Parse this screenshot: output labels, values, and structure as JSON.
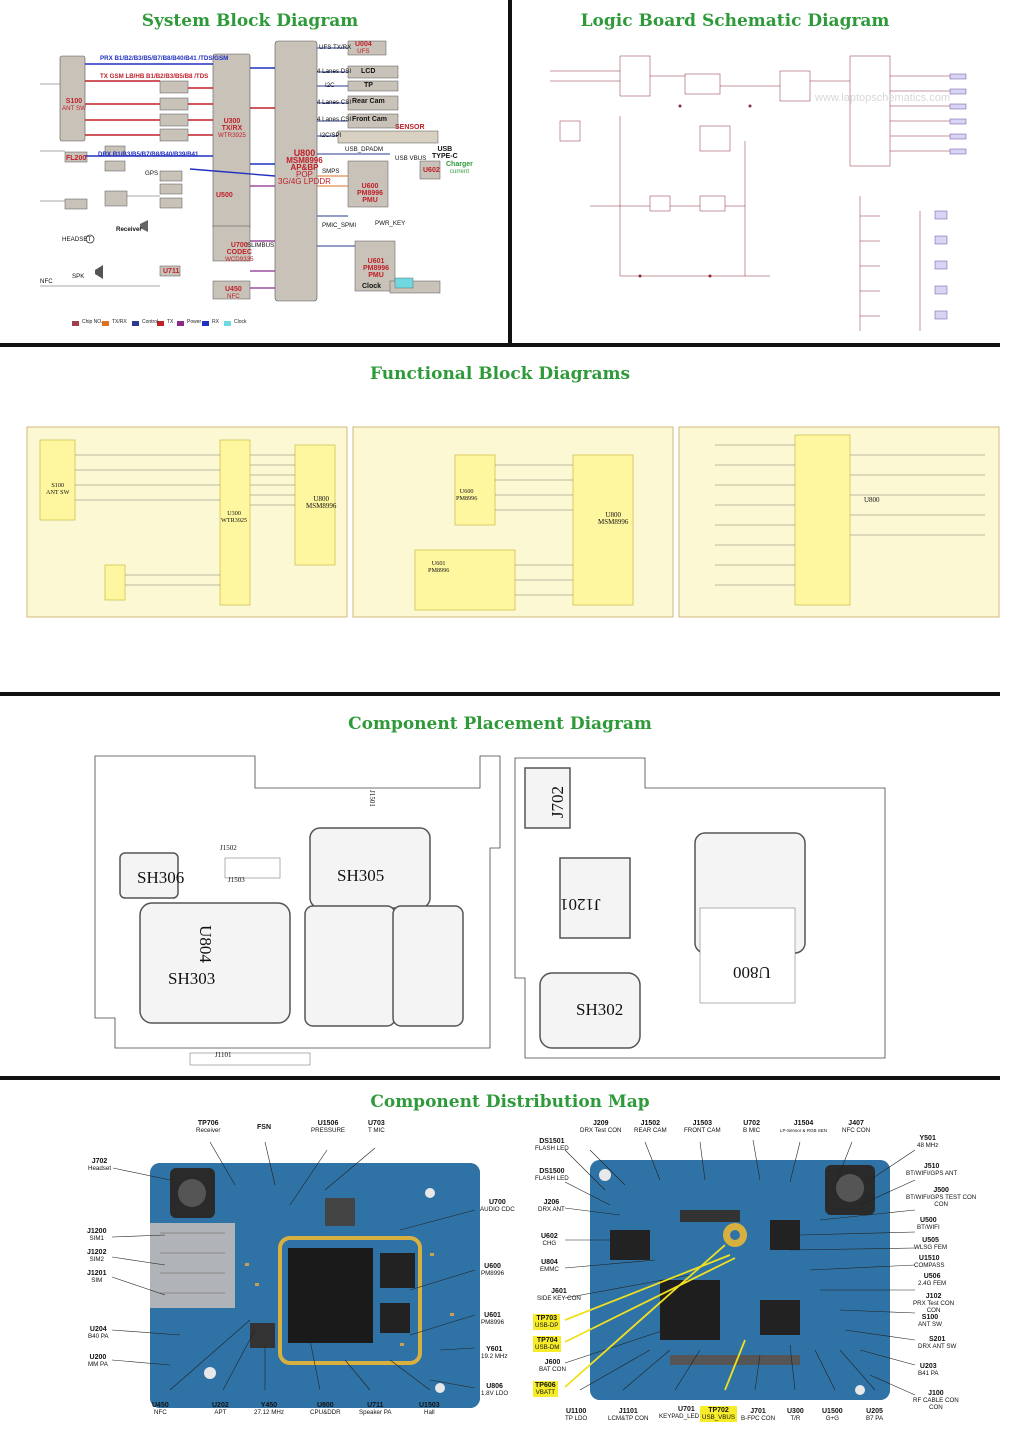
{
  "titles": {
    "system_block": "System Block Diagram",
    "logic_board": "Logic Board Schematic Diagram",
    "functional": "Functional Block Diagrams",
    "placement": "Component Placement Diagram",
    "distribution": "Component Distribution Map"
  },
  "system_block": {
    "blocks": {
      "s100": "S100",
      "s100_sub": "ANT SW",
      "u300": "U300",
      "u300_sub": "TX/RX",
      "u300_chip": "WTR3925",
      "u800": "U800",
      "u800_sub": "MSM8996",
      "u800_ap": "AP&BP",
      "u800_pop": "POP",
      "u800_lpddr": "3G/4G LPDDR",
      "u004": "U004",
      "u004_sub": "UFS",
      "lcd": "LCD",
      "tp": "TP",
      "rear_cam": "Rear Cam",
      "front_cam": "Front Cam",
      "sensor": "SENSOR",
      "u600": "U600",
      "u600_sub": "PM8996",
      "u600_pmu": "PMU",
      "u601": "U601",
      "u601_sub": "PM8996",
      "u601_pmu": "PMU",
      "u602": "U602",
      "u700": "U700",
      "u700_sub": "CODEC",
      "u700_chip": "WCD9335",
      "u450": "U450",
      "u450_sub": "NFC",
      "u711": "U711",
      "usb": "USB",
      "usb_type": "TYPE-C",
      "charger": "Charger",
      "charger_sub": "current",
      "fl200": "FL200",
      "u500": "U500",
      "clock": "Clock"
    },
    "signals": {
      "prx": "PRX B1/B2/B3/B5/B7/B8/B40/B41 /TDS/GSM",
      "tx": "TX GSM LB/HB B1/B2/B3/B5/B8 /TDS",
      "drx": "DRX B1/B3/B5/B7/B8/B40/B39/B41",
      "ufs": "UFS TX/RX",
      "dsi": "4 Lanes DSI",
      "i2c": "I2C",
      "csi1": "4 Lanes CSI",
      "csi2": "4 Lanes CSI",
      "i2c_spi": "I2C/SPI",
      "usb_dpadm": "USB_DPADM",
      "usb_vbus": "USB VBUS",
      "headset": "HEADSET",
      "receiver": "Receiver",
      "spk": "SPK",
      "nfc": "NFC",
      "gps": "GPS",
      "smps": "SMPS",
      "slimbus": "SLIMBUS",
      "pwr_key": "PWR_KEY",
      "pmic_spmi": "PMIC_SPMI"
    },
    "legend": [
      "Chip NO.",
      "TX/RX",
      "Control",
      "TX",
      "Power",
      "RX",
      "Clock"
    ],
    "legend_colors": [
      "#a0404a",
      "#e07020",
      "#2a3a90",
      "#c0202a",
      "#8a2a8a",
      "#2030c0",
      "#70d8e0"
    ]
  },
  "logic_board": {
    "watermark": "www.laptopschematics.com"
  },
  "functional": {
    "panel1_chips": [
      "U300",
      "WTR3925",
      "U800",
      "MSM8996",
      "S100",
      "ANT SW"
    ],
    "panel2_chips": [
      "U600",
      "PM8996",
      "U601",
      "PM8996",
      "U800",
      "MSM8996"
    ],
    "panel3_chips": [
      "U800"
    ]
  },
  "placement": {
    "left_labels": [
      "SH306",
      "SH305",
      "U804",
      "SH303",
      "J1502",
      "J1503",
      "J1101",
      "J1501"
    ],
    "right_labels": [
      "J702",
      "J1201",
      "U800",
      "SH302"
    ]
  },
  "distribution": {
    "left": [
      {
        "id": "TP706",
        "desc": "Receiver"
      },
      {
        "id": "FSN",
        "desc": ""
      },
      {
        "id": "U1506",
        "desc": "PRESSURE"
      },
      {
        "id": "U703",
        "desc": "T MIC"
      },
      {
        "id": "J702",
        "desc": "Headset"
      },
      {
        "id": "U700",
        "desc": "AUDIO CDC"
      },
      {
        "id": "J1200",
        "desc": "SIM1"
      },
      {
        "id": "J1202",
        "desc": "SIM2"
      },
      {
        "id": "J1201",
        "desc": "SIM"
      },
      {
        "id": "U600",
        "desc": "PM8996"
      },
      {
        "id": "U601",
        "desc": "PM8996"
      },
      {
        "id": "U204",
        "desc": "B40 PA"
      },
      {
        "id": "Y601",
        "desc": "19.2 MHz"
      },
      {
        "id": "U200",
        "desc": "MM PA"
      },
      {
        "id": "U806",
        "desc": "1.8V LDO"
      },
      {
        "id": "U450",
        "desc": "NFC"
      },
      {
        "id": "U202",
        "desc": "APT"
      },
      {
        "id": "Y450",
        "desc": "27.12 MHz"
      },
      {
        "id": "U800",
        "desc": "CPU&DDR"
      },
      {
        "id": "U711",
        "desc": "Speaker PA"
      },
      {
        "id": "U1503",
        "desc": "Hall"
      }
    ],
    "right": [
      {
        "id": "J209",
        "desc": "DRX Test CON"
      },
      {
        "id": "J1502",
        "desc": "REAR CAM"
      },
      {
        "id": "J1503",
        "desc": "FRONT CAM"
      },
      {
        "id": "U702",
        "desc": "B MIC"
      },
      {
        "id": "J1504",
        "desc": "LP-Sensor & RGB SEN"
      },
      {
        "id": "J407",
        "desc": "NFC CON"
      },
      {
        "id": "DS1501",
        "desc": "FLASH LED"
      },
      {
        "id": "Y501",
        "desc": "48 MHz"
      },
      {
        "id": "DS1500",
        "desc": "FLASH LED"
      },
      {
        "id": "J510",
        "desc": "BT/WIFI/GPS ANT"
      },
      {
        "id": "J206",
        "desc": "DRX ANT"
      },
      {
        "id": "J500",
        "desc": "BT/WIFI/GPS TEST CON"
      },
      {
        "id": "U602",
        "desc": "CHG"
      },
      {
        "id": "U500",
        "desc": "BT/WIFI"
      },
      {
        "id": "U505",
        "desc": "WLSG FEM"
      },
      {
        "id": "U804",
        "desc": "EMMC"
      },
      {
        "id": "U1510",
        "desc": "COMPASS"
      },
      {
        "id": "J601",
        "desc": "SIDE KEY CON"
      },
      {
        "id": "U506",
        "desc": "2.4G FEM"
      },
      {
        "id": "TP703",
        "desc": "USB-DP"
      },
      {
        "id": "J102",
        "desc": "PRX Test CON"
      },
      {
        "id": "S100",
        "desc": "ANT SW"
      },
      {
        "id": "TP704",
        "desc": "USB-DM"
      },
      {
        "id": "S201",
        "desc": "DRX ANT SW"
      },
      {
        "id": "J600",
        "desc": "BAT CON"
      },
      {
        "id": "U203",
        "desc": "B41 PA"
      },
      {
        "id": "TP606",
        "desc": "VBATT"
      },
      {
        "id": "J100",
        "desc": "RF CABLE CON"
      },
      {
        "id": "U1100",
        "desc": "TP LDO"
      },
      {
        "id": "J1101",
        "desc": "LCM&TP CON"
      },
      {
        "id": "U701",
        "desc": "KEYPAD_LED DRV"
      },
      {
        "id": "TP702",
        "desc": "USB_VBUS"
      },
      {
        "id": "J701",
        "desc": "B-FPC CON"
      },
      {
        "id": "U300",
        "desc": "T/R"
      },
      {
        "id": "U1500",
        "desc": "G+G"
      },
      {
        "id": "U205",
        "desc": "B7 PA"
      }
    ]
  }
}
